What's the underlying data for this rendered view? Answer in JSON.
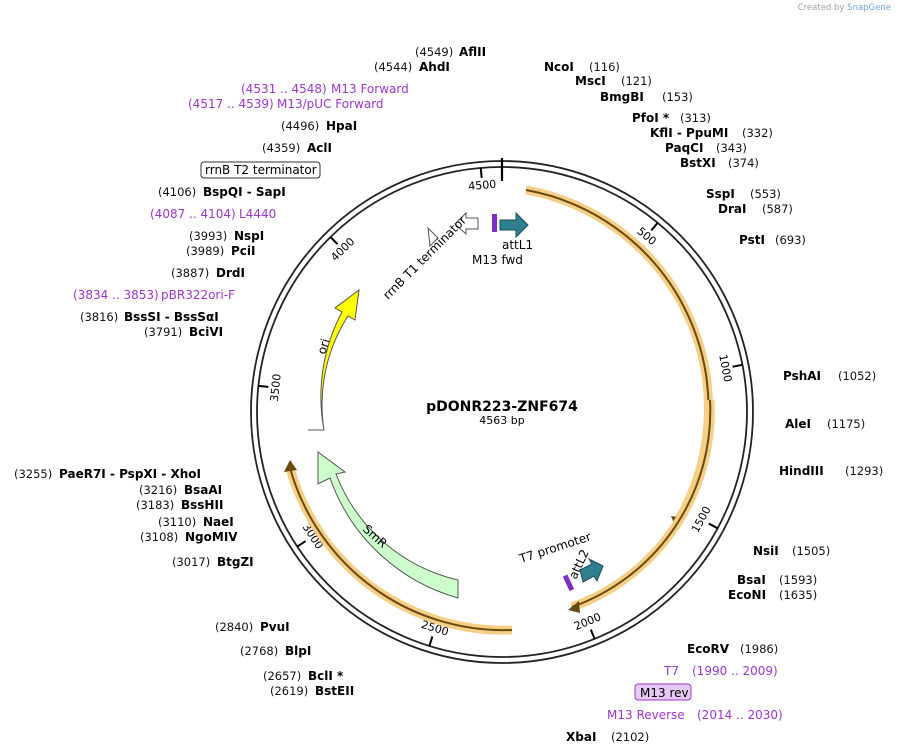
{
  "credit": {
    "prefix": "Created by",
    "brand": "SnapGene"
  },
  "plasmid": {
    "name": "pDONR223-ZNF674",
    "length_label": "4563 bp",
    "length": 4563
  },
  "colors": {
    "primer": "#9b37c9",
    "orf": "#e8b25a",
    "ori": "#ffff00",
    "smr": "#ccffcc",
    "att": "#2e7f8f",
    "t7": "#7b2fc9"
  },
  "sites_right": [
    {
      "name": "NcoI",
      "pos": "(116)",
      "bp": 116
    },
    {
      "name": "MscI",
      "pos": "(121)",
      "bp": 121
    },
    {
      "name": "BmgBI",
      "pos": "(153)",
      "bp": 153
    },
    {
      "name": "PfoI *",
      "pos": "(313)",
      "bp": 313
    },
    {
      "name": "KflI  - PpuMI",
      "pos": "(332)",
      "bp": 332
    },
    {
      "name": "PaqCI",
      "pos": "(343)",
      "bp": 343
    },
    {
      "name": "BstXI",
      "pos": "(374)",
      "bp": 374
    },
    {
      "name": "SspI",
      "pos": "(553)",
      "bp": 553
    },
    {
      "name": "DraI",
      "pos": "(587)",
      "bp": 587
    },
    {
      "name": "PstI",
      "pos": "(693)",
      "bp": 693
    },
    {
      "name": "PshAI",
      "pos": "(1052)",
      "bp": 1052
    },
    {
      "name": "AleI",
      "pos": "(1175)",
      "bp": 1175
    },
    {
      "name": "HindIII",
      "pos": "(1293)",
      "bp": 1293
    },
    {
      "name": "NsiI",
      "pos": "(1505)",
      "bp": 1505
    },
    {
      "name": "BsaI",
      "pos": "(1593)",
      "bp": 1593
    },
    {
      "name": "EcoNI",
      "pos": "(1635)",
      "bp": 1635
    },
    {
      "name": "EcoRV",
      "pos": "(1986)",
      "bp": 1986
    },
    {
      "name": "XbaI",
      "pos": "(2102)",
      "bp": 2102
    }
  ],
  "sites_left": [
    {
      "name": "AflII",
      "pos": "(4549)",
      "bp": 4549
    },
    {
      "name": "AhdI",
      "pos": "(4544)",
      "bp": 4544
    },
    {
      "name": "HpaI",
      "pos": "(4496)",
      "bp": 4496
    },
    {
      "name": "AclI",
      "pos": "(4359)",
      "bp": 4359
    },
    {
      "name": "BspQI  - SapI",
      "pos": "(4106)",
      "bp": 4106
    },
    {
      "name": "NspI",
      "pos": "(3993)",
      "bp": 3993
    },
    {
      "name": "PciI",
      "pos": "(3989)",
      "bp": 3989
    },
    {
      "name": "DrdI",
      "pos": "(3887)",
      "bp": 3887
    },
    {
      "name": "BssSI  - BssSαI",
      "pos": "(3816)",
      "bp": 3816
    },
    {
      "name": "BciVI",
      "pos": "(3791)",
      "bp": 3791
    },
    {
      "name": "PaeR7I  - PspXI  - XhoI",
      "pos": "(3255)",
      "bp": 3255
    },
    {
      "name": "BsaAI",
      "pos": "(3216)",
      "bp": 3216
    },
    {
      "name": "BssHII",
      "pos": "(3183)",
      "bp": 3183
    },
    {
      "name": "NaeI",
      "pos": "(3110)",
      "bp": 3110
    },
    {
      "name": "NgoMIV",
      "pos": "(3108)",
      "bp": 3108
    },
    {
      "name": "BtgZI",
      "pos": "(3017)",
      "bp": 3017
    },
    {
      "name": "PvuI",
      "pos": "(2840)",
      "bp": 2840
    },
    {
      "name": "BlpI",
      "pos": "(2768)",
      "bp": 2768
    },
    {
      "name": "BclI *",
      "pos": "(2657)",
      "bp": 2657
    },
    {
      "name": "BstEII",
      "pos": "(2619)",
      "bp": 2619
    }
  ],
  "primers": [
    {
      "range": "(4531 .. 4548)",
      "name": "M13 Forward"
    },
    {
      "range": "(4517 .. 4539)",
      "name": "M13/pUC Forward"
    },
    {
      "range": "(4087 .. 4104)",
      "name": "L4440"
    },
    {
      "range": "(3834 .. 3853)",
      "name": "pBR322ori-F"
    },
    {
      "name": "T7",
      "range": "(1990 .. 2009)"
    },
    {
      "name": "M13 rev"
    },
    {
      "name": "M13 Reverse",
      "range": "(2014 .. 2030)"
    }
  ],
  "features": {
    "rrnb_t2": "rrnB T2 terminator",
    "rrnb_t1": "rrnB T1 terminator",
    "attl1": "attL1",
    "m13fwd": "M13 fwd",
    "ori": "ori",
    "smr": "SmR",
    "t7promoter": "T7 promoter",
    "attl2": "attL2"
  },
  "ticks": [
    "500",
    "1000",
    "1500",
    "2000",
    "2500",
    "3000",
    "3500",
    "4000",
    "4500"
  ]
}
